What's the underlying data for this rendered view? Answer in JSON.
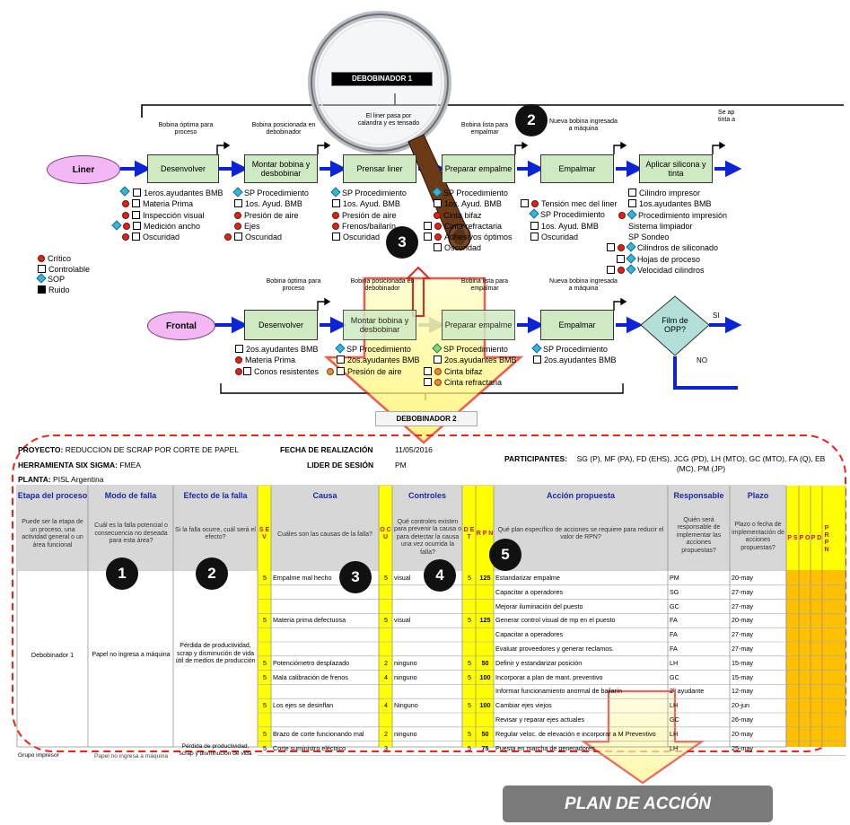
{
  "magnifier_label": "DEBOBINADOR 1",
  "debobinador2_label": "DEBOBINADOR 2",
  "liner": {
    "label": "Liner",
    "steps": [
      "Desenvolver",
      "Montar bobina y desbobinar",
      "Prensar liner",
      "Preparar empalme",
      "Empalmar",
      "Aplicar silicona y tinta"
    ],
    "outputs": [
      "Bobina óptima para proceso",
      "Bobina posicionada en debobinador",
      "El liner pasa por calandra y es tensado",
      "Bobina lista para empalmar",
      "Nueva bobina ingresada a máquina",
      "Se ap tinta a"
    ],
    "inputs": [
      [
        "1eros.ayudantes BMB",
        "Materia Prima",
        "Inspección visual",
        "Medición ancho",
        "Oscuridad"
      ],
      [
        "SP Procedimiento",
        "1os. Ayud. BMB",
        "Presión de aire",
        "Ejes",
        "Oscuridad"
      ],
      [
        "SP Procedimiento",
        "1os. Ayud. BMB",
        "Presión de aire",
        "Frenos/bailarín",
        "Oscuridad"
      ],
      [
        "SP Procedimiento",
        "1os. Ayud. BMB",
        "Cinta bifaz",
        "Cinta refractaria",
        "Adhesivos óptimos",
        "Oscuridad"
      ],
      [
        "Tensión mec del liner",
        "SP Procedimiento",
        "1os. Ayud. BMB",
        "Oscuridad"
      ],
      [
        "Cilindro impresor",
        "1os.ayudantes BMB",
        "Procedimiento impresión",
        "Sistema limpiador",
        "SP Sondeo",
        "Cilindros de siliconado",
        "Hojas de proceso",
        "Velocidad cilindros"
      ]
    ]
  },
  "legend": [
    "Crítico",
    "Controlable",
    "SOP",
    "Ruido"
  ],
  "frontal": {
    "label": "Frontal",
    "steps": [
      "Desenvolver",
      "Montar bobina y desbobinar",
      "Preparar empalme",
      "Empalmar"
    ],
    "outputs": [
      "Bobina óptima para proceso",
      "Bobina posicionada en debobinador",
      "Bobina lista para empalmar",
      "Nueva bobina ingresada a máquina"
    ],
    "inputs": [
      [
        "2os.ayudantes BMB",
        "Materia Prima",
        "Conos resistentes"
      ],
      [
        "SP Procedimiento",
        "2os.ayudantes BMB",
        "Presión de aire"
      ],
      [
        "SP Procedimiento",
        "2os.ayudantes BMB",
        "Cinta bifaz",
        "Cinta refractaria"
      ],
      [
        "SP Procedimiento",
        "2os.ayudantes BMB"
      ]
    ],
    "decision": "Film de OPP?",
    "yes": "SI",
    "no": "NO"
  },
  "fmea": {
    "proyecto_label": "PROYECTO:",
    "proyecto": "REDUCCION DE SCRAP POR CORTE DE PAPEL",
    "herramienta_label": "HERRAMIENTA SIX SIGMA:",
    "herramienta": "FMEA",
    "planta_label": "PLANTA:",
    "planta": "PISL Argentina",
    "fecha_label": "FECHA DE REALIZACIÓN",
    "fecha": "11/05/2016",
    "lider_label": "LIDER DE SESIÓN",
    "lider": "PM",
    "participantes_label": "PARTICIPANTES:",
    "participantes": "SG (P), MF (PA), FD (EHS), JCG (PD), LH (MTO), GC (MTO), FA (Q), EB (MC), PM (JP)",
    "headers": [
      "Etapa del proceso",
      "Modo de falla",
      "Efecto de la falla",
      "S E V",
      "Causa",
      "O C U",
      "Controles",
      "D E T",
      "R P N",
      "Acción propuesta",
      "Responsable",
      "Plazo",
      "P S",
      "P O",
      "P D",
      "P R P N"
    ],
    "subheaders": [
      "Puede ser la etapa de un proceso, una actividad general o un área funcional",
      "Cuál es la falla potencial o consecuencia no deseada para esta área?",
      "Si la falla ocurre, cuál será el efecto?",
      "Cuáles son las causas de la falla?",
      "Qué controles existen para prevenir la causa o para detectar la causa una vez ocurrida la falla?",
      "Qué plan específico de acciones se requiere para reducir el valor de RPN?",
      "Quién será responsable de implementar las acciones propuestas?",
      "Plazo o fecha de implementación de acciones propuestas?"
    ],
    "etapa": "Debobinador 1",
    "modo": "Papel no ingresa a máquina",
    "efecto": "Pérdida de productividad, scrap y disminución de vida útil de medios de producción",
    "rows": [
      {
        "sev": "5",
        "causa": "Empalme mal hecho",
        "ocu": "5",
        "ctrl": "visual",
        "det": "5",
        "rpn": "125",
        "accion": "Estandarizar empalme",
        "resp": "PM",
        "plazo": "20-may"
      },
      {
        "sev": "",
        "causa": "",
        "ocu": "",
        "ctrl": "",
        "det": "",
        "rpn": "",
        "accion": "Capacitar a operadores",
        "resp": "SG",
        "plazo": "27-may"
      },
      {
        "sev": "",
        "causa": "",
        "ocu": "",
        "ctrl": "",
        "det": "",
        "rpn": "",
        "accion": "Mejorar iluminación del puesto",
        "resp": "GC",
        "plazo": "27-may"
      },
      {
        "sev": "5",
        "causa": "Materia prima defectuosa",
        "ocu": "5",
        "ctrl": "visual",
        "det": "5",
        "rpn": "125",
        "accion": "Generar control visual de mp en el puesto",
        "resp": "FA",
        "plazo": "20-may"
      },
      {
        "sev": "",
        "causa": "",
        "ocu": "",
        "ctrl": "",
        "det": "",
        "rpn": "",
        "accion": "Capacitar a operadores",
        "resp": "FA",
        "plazo": "27-may"
      },
      {
        "sev": "",
        "causa": "",
        "ocu": "",
        "ctrl": "",
        "det": "",
        "rpn": "",
        "accion": "Evaluar proveedores y generar reclamos.",
        "resp": "FA",
        "plazo": "27-may"
      },
      {
        "sev": "5",
        "causa": "Potenciómetro desplazado",
        "ocu": "2",
        "ctrl": "ninguno",
        "det": "5",
        "rpn": "50",
        "accion": "Definir y estandarizar posición",
        "resp": "LH",
        "plazo": "15-may"
      },
      {
        "sev": "5",
        "causa": "Mala calibración de frenos",
        "ocu": "4",
        "ctrl": "ninguno",
        "det": "5",
        "rpn": "100",
        "accion": "Incorporar a plan de mant. preventivo",
        "resp": "GC",
        "plazo": "15-may"
      },
      {
        "sev": "",
        "causa": "",
        "ocu": "",
        "ctrl": "",
        "det": "",
        "rpn": "",
        "accion": "Informar funcionamiento anormal de bailarín",
        "resp": "2º ayudante",
        "plazo": "12-may"
      },
      {
        "sev": "5",
        "causa": "Los ejes se desinflan",
        "ocu": "4",
        "ctrl": "Ninguno",
        "det": "5",
        "rpn": "100",
        "accion": "Cambiar ejes viejos",
        "resp": "LH",
        "plazo": "20-jun"
      },
      {
        "sev": "",
        "causa": "",
        "ocu": "",
        "ctrl": "",
        "det": "",
        "rpn": "",
        "accion": "Revisar y reparar ejes actuales",
        "resp": "GC",
        "plazo": "26-may"
      },
      {
        "sev": "5",
        "causa": "Brazo de corte funcionando mal",
        "ocu": "2",
        "ctrl": "ninguno",
        "det": "5",
        "rpn": "50",
        "accion": "Regular veloc. de elevación e incorporar a M Preventivo",
        "resp": "LH",
        "plazo": "20-may"
      },
      {
        "sev": "5",
        "causa": "Corte suministro eléctrico",
        "ocu": "3",
        "ctrl": "",
        "det": "5",
        "rpn": "75",
        "accion": "Puesta en marcha de generadores",
        "resp": "LH",
        "plazo": "25-may"
      }
    ],
    "etapa2": "Grupo impresor",
    "modo2": "Papel no ingresa a máquina",
    "efecto2": "Pérdida de productividad, scrap y disminución de vida"
  },
  "badges": [
    "1",
    "2",
    "3",
    "4",
    "5"
  ],
  "plan_label": "PLAN DE ACCIÓN",
  "colors": {
    "step": "#cfeac3",
    "oval": "#f3b8f3",
    "arrow": "#0a24d6",
    "yellow": "#ffff00",
    "orange": "#ffb800",
    "header_blue": "#1a2aa8"
  }
}
